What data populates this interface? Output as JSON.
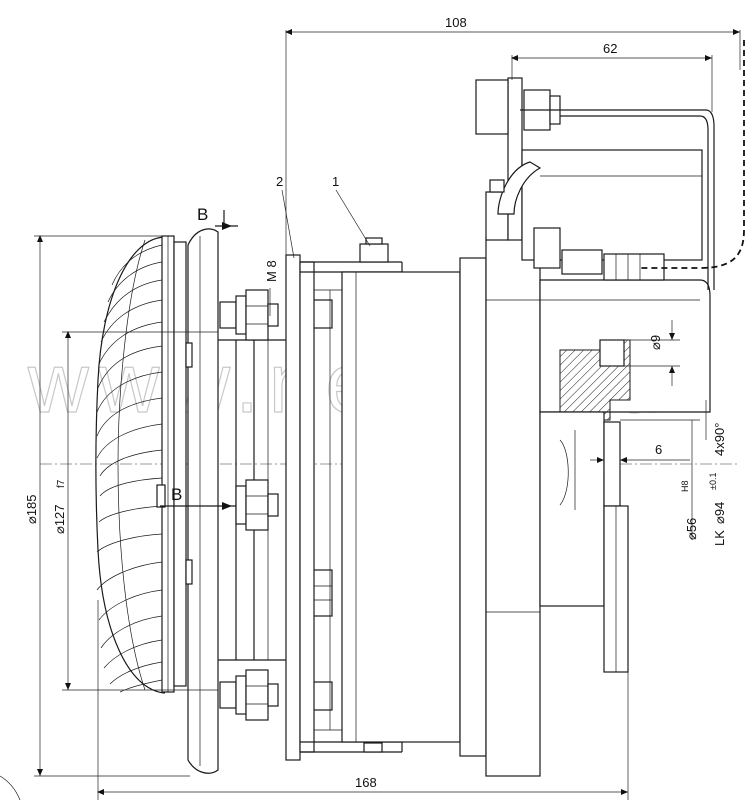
{
  "dimensions": {
    "d108": "108",
    "d62": "62",
    "d168": "168",
    "d6": "6",
    "d185": "⌀185",
    "d127": "⌀127",
    "d127_tol": "f7",
    "d9": "⌀9",
    "d56": "⌀56",
    "d56_tol": "H8",
    "lk": "LK",
    "d94": "⌀94",
    "d94_tol": "±0.1",
    "holes": "4x90°",
    "m8": "M 8"
  },
  "item_labels": {
    "item1": "1",
    "item2": "2"
  },
  "section_labels": {
    "b_top": "B",
    "b_mid": "B"
  },
  "watermark": "www.nelkit.hu"
}
